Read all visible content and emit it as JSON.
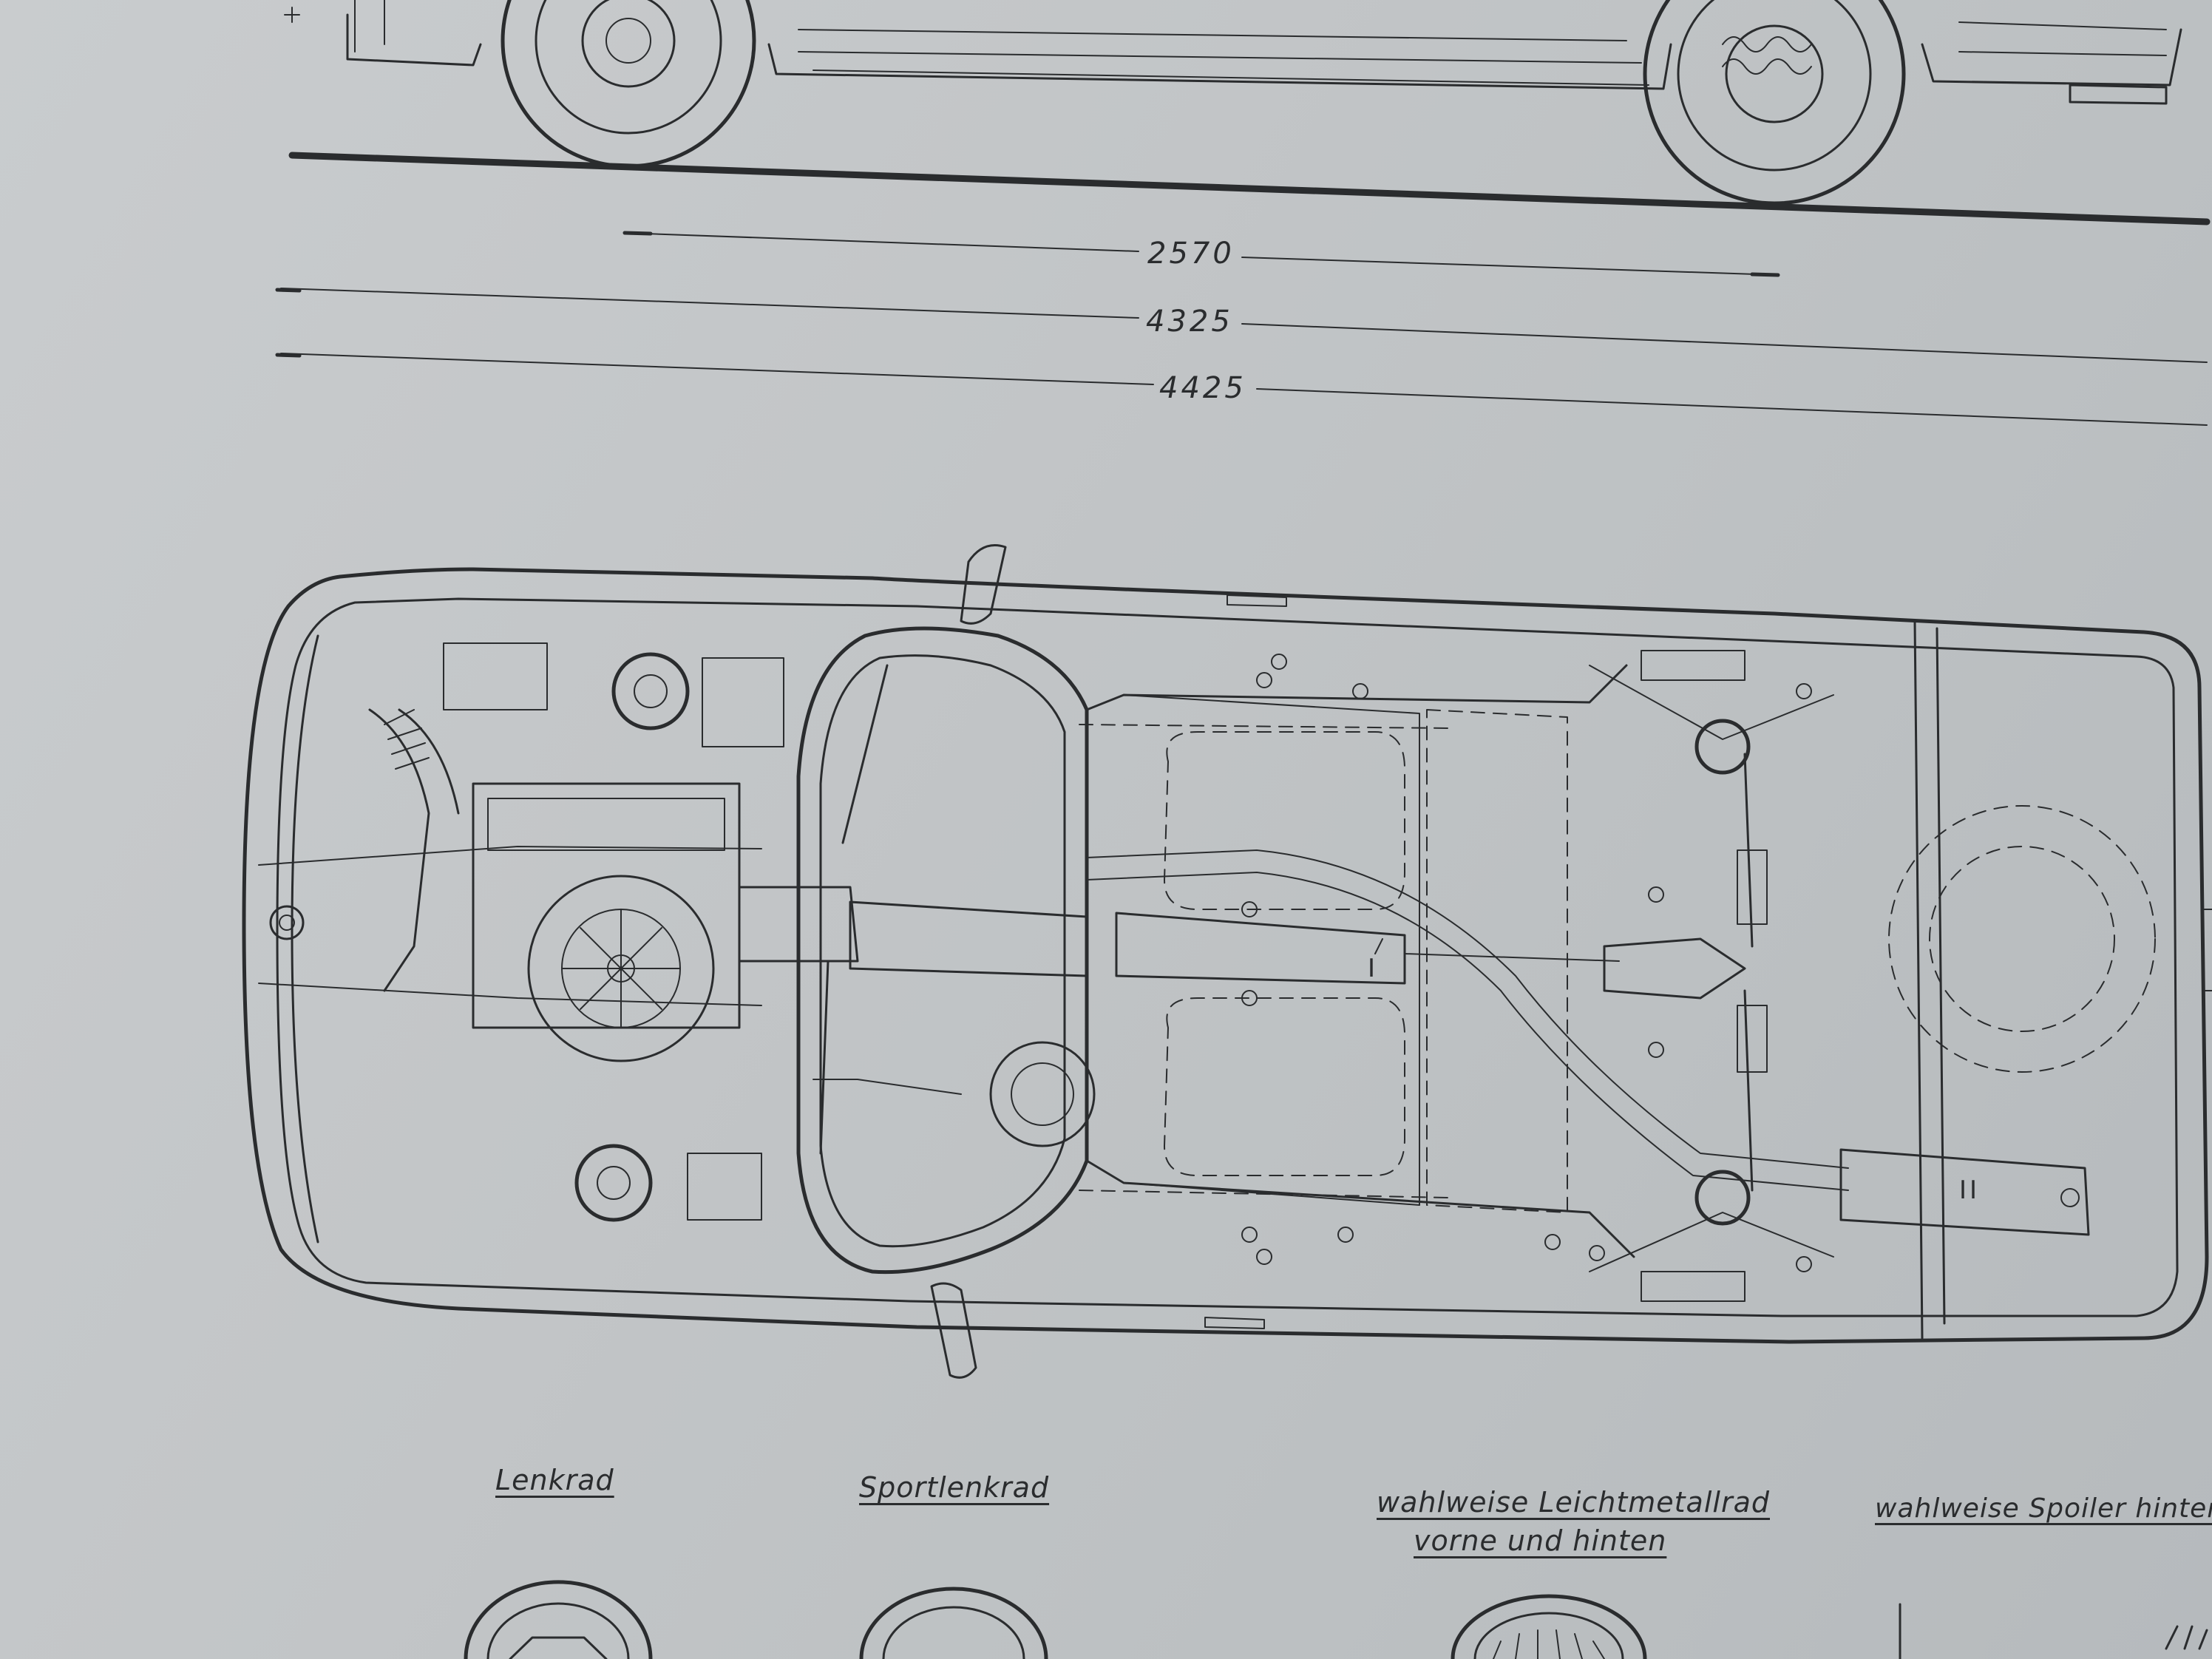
{
  "dimensions": {
    "wheelbase": "2570",
    "length_without_bumpers": "4325",
    "overall_length": "4425"
  },
  "options": {
    "steering_wheel": "Lenkrad",
    "sport_steering_wheel": "Sportlenkrad",
    "alloy_wheel_line1": "wahlweise  Leichtmetallrad",
    "alloy_wheel_line2": "vorne   und   hinten",
    "rear_spoiler": "wahlweise  Spoiler hinten"
  },
  "labels": {
    "exhaust_front_marker": "I",
    "exhaust_rear_marker": "II"
  },
  "colors": {
    "paper": "#c3c6c8",
    "ink": "#2a2c2e"
  }
}
